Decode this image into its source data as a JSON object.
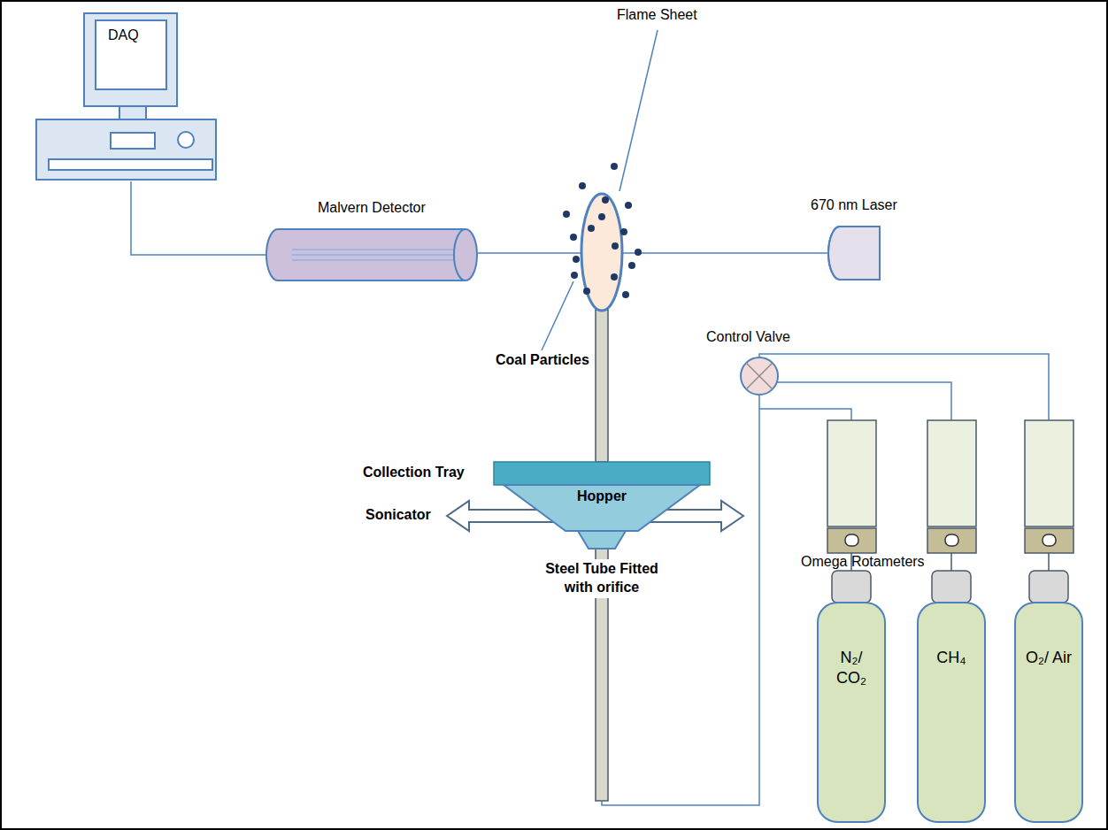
{
  "diagram": {
    "nodes": [
      {
        "text": [
          "DAQ"
        ]
      },
      {
        "text": [
          "Malvern Detector"
        ]
      },
      {
        "text": [
          "670 nm Laser"
        ]
      },
      {
        "text": [
          "Hopper"
        ]
      },
      {
        "text": [
          "N₂/ CO₂"
        ]
      },
      {
        "text": [
          "CH₄"
        ]
      },
      {
        "text": [
          "O₂/ Air"
        ]
      }
    ],
    "edges": [
      {
        "from": 0,
        "to": 1,
        "arrow": "none"
      },
      {
        "from": 1,
        "to": 2,
        "arrow": "none"
      }
    ],
    "labels": [
      "Flame Sheet",
      "Coal Particles",
      "Collection Tray",
      "Sonicator",
      "Steel Tube Fitted with orifice",
      "Control Valve",
      "Omega Rotameters"
    ]
  }
}
